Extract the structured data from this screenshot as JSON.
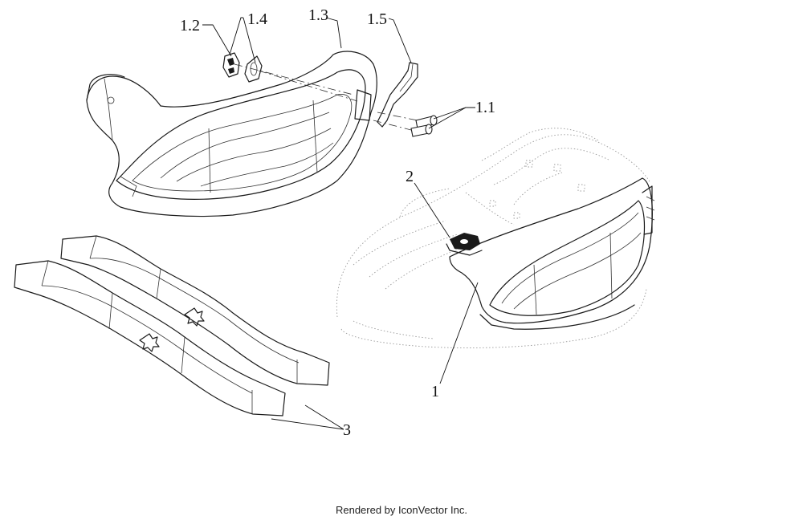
{
  "callouts": {
    "c_1_1": "1.1",
    "c_1_2": "1.2",
    "c_1_3": "1.3",
    "c_1_4": "1.4",
    "c_1_5": "1.5",
    "c_1": "1",
    "c_2": "2",
    "c_3": "3"
  },
  "footer": "Rendered by IconVector Inc."
}
